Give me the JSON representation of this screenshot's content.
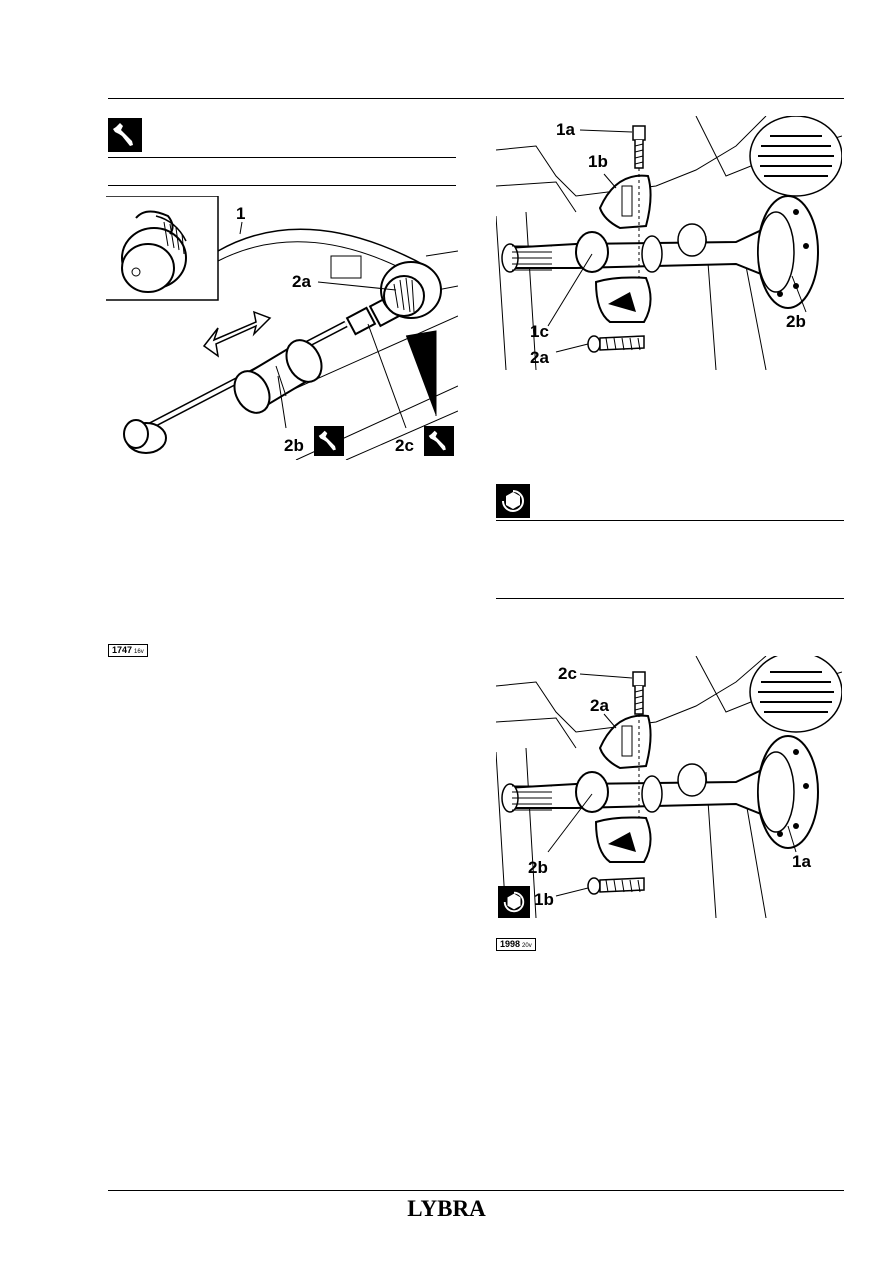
{
  "brand": "LYBRA",
  "left": {
    "section_icon": "wrench-icon",
    "figure": {
      "labels": {
        "l1": "1",
        "l2a": "2a",
        "l2b": "2b",
        "l2c": "2c"
      },
      "inline_icons": [
        "wrench-icon",
        "wrench-icon"
      ]
    },
    "badge": {
      "code": "1747",
      "suffix": "16v"
    }
  },
  "right": {
    "figure_top": {
      "labels": {
        "l1a": "1a",
        "l1b": "1b",
        "l1c": "1c",
        "l2a": "2a",
        "l2b": "2b"
      }
    },
    "section_icon": "torque-icon",
    "figure_bottom": {
      "labels": {
        "l2c": "2c",
        "l2a": "2a",
        "l2b": "2b",
        "l1a": "1a",
        "l1b": "1b"
      },
      "inline_icons": [
        "torque-icon"
      ]
    },
    "badge": {
      "code": "1998",
      "suffix": "20v"
    }
  }
}
